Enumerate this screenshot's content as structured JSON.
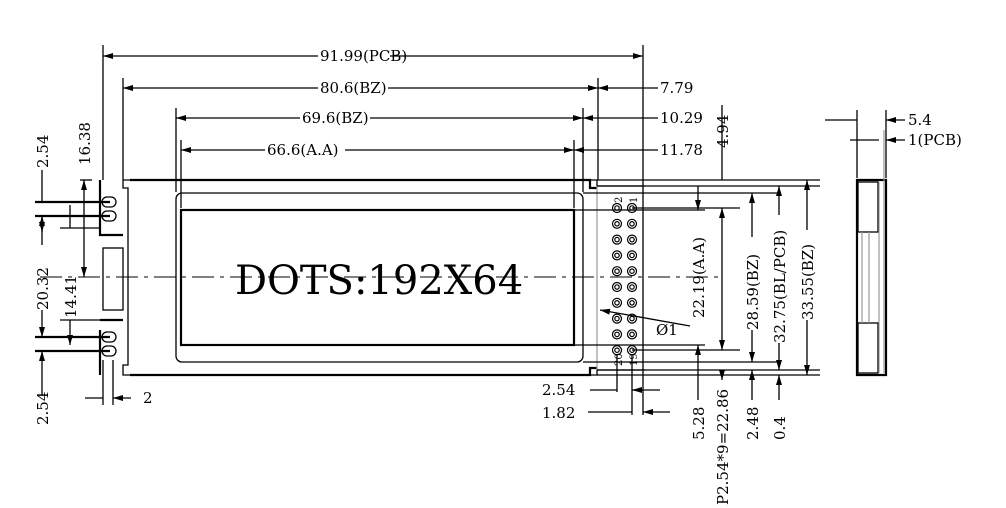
{
  "drawing": {
    "display_text": "DOTS:192X64",
    "top_dims": {
      "pcb_width": "91.99(PCB)",
      "bezel_width": "80.6(BZ)",
      "bezel_inner_width": "69.6(BZ)",
      "active_area_width": "66.6(A.A)",
      "right_offset_1": "7.79",
      "right_offset_2": "10.29",
      "right_offset_3": "11.78"
    },
    "left_dims": {
      "pin_pitch_top": "2.54",
      "offset_16_38": "16.38",
      "connector_span": "20.32",
      "offset_14_41": "14.41",
      "pin_pitch_bottom": "2.54",
      "edge_offset": "2"
    },
    "right_dims": {
      "top_offset": "4.94",
      "active_area_height": "22.19(A.A)",
      "pin_row_span": "P2.54*9=22.86",
      "bezel_height": "28.59(BZ)",
      "bl_pcb_height": "32.75(BL/PCB)",
      "bezel_outer_height": "33.55(BZ)",
      "hole_diameter": "Ø1",
      "bottom_5_28": "5.28",
      "bottom_2_48": "2.48",
      "bottom_0_4": "0.4"
    },
    "bottom_dims": {
      "pin_pitch": "2.54",
      "pin_offset": "1.82"
    },
    "pin_labels": {
      "p2": "2",
      "p1": "1",
      "p20": "20",
      "p19": "19"
    },
    "side_view": {
      "thickness": "5.4",
      "pcb_thickness": "1(PCB)"
    }
  }
}
